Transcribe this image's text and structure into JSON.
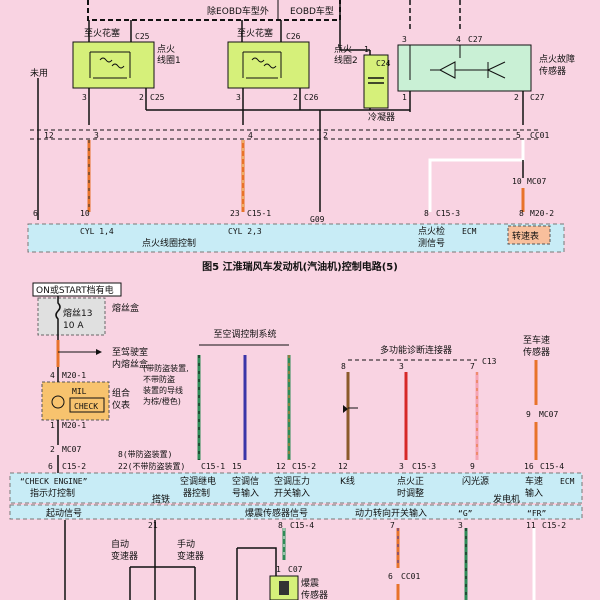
{
  "top": {
    "except_eobd": "除EOBD车型外",
    "eobd": "EOBD车型",
    "unused": "未用",
    "coil1": {
      "spark": "至火花塞",
      "name1": "点火",
      "name2": "线圈1",
      "pin_top": "C25",
      "pin3": "3",
      "pin2": "2",
      "pin_c": "C25"
    },
    "coil2": {
      "spark": "至火花塞",
      "name1": "点火",
      "name2": "线圈2",
      "pin_top": "C26",
      "pin3": "3",
      "pin2": "2",
      "pin_c": "C26"
    },
    "cap": {
      "pin1": "1",
      "code": "C24",
      "label": "冷凝器"
    },
    "sensor": {
      "pin3": "3",
      "pin4": "4",
      "code": "C27",
      "label1": "点火故障",
      "label2": "传感器",
      "pin1": "1",
      "pin2": "2",
      "pin_c": "C27"
    },
    "junction": {
      "p12": "12",
      "p3": "3",
      "p4": "4",
      "p2": "2",
      "p5": "5",
      "code": "CC01"
    },
    "mc07": {
      "pin": "10",
      "code": "MC07"
    },
    "g09": "G09",
    "ecm": {
      "p6": "6",
      "p10": "10",
      "p23": "23",
      "c15": "C15-1",
      "cyl14": "CYL 1,4",
      "cyl23": "CYL 2,3",
      "ctrl": "点火线圈控制",
      "p8": "8",
      "c153": "C15-3",
      "det1": "点火检",
      "det2": "测信号",
      "label": "ECM",
      "p8b": "8",
      "m202": "M20-2"
    },
    "tacho": "转速表",
    "caption": "图5  江淮瑞风车发动机(汽油机)控制电路(5)"
  },
  "bottom": {
    "power": "ON或START档有电",
    "fusebox": "熔丝盒",
    "fuse": "熔丝13",
    "fuse_a": "10 A",
    "to_cab1": "至驾驶室",
    "to_cab2": "内熔丝盒",
    "m20": {
      "pin": "4",
      "code": "M20-1"
    },
    "mil": "MIL",
    "check": "CHECK",
    "cluster1": "组合",
    "cluster2": "仪表",
    "m20b": {
      "pin": "1",
      "code": "M20-1"
    },
    "mc07": {
      "pin": "2",
      "code": "MC07"
    },
    "c152": {
      "pin": "6",
      "code": "C15-2"
    },
    "ac_sys": "至空调控制系统",
    "note1": "(带防盗装置,",
    "note2": "不带防盗",
    "note3": "装置的导线",
    "note4": "为棕/橙色)",
    "diag": "多功能诊断连接器",
    "c13": "C13",
    "speed1": "至车速",
    "speed2": "传感器",
    "mc07b": {
      "pin": "9",
      "code": "MC07"
    },
    "p8": "8",
    "p3": "3",
    "p7": "7",
    "p16": "16",
    "with_ats": "8(带防盗装置)",
    "without_ats": "22(不带防盗装置)",
    "c151": "C15-1",
    "p15": "15",
    "p12": "12",
    "c152b": "C15-2",
    "p12k": "12",
    "p3b": "3",
    "c153": "C15-3",
    "p9": "9",
    "c154": "C15-4",
    "ecm_labels": {
      "check_engine": "“CHECK ENGINE”",
      "lamp": "指示灯控制",
      "ac_relay1": "空调继电",
      "ac_relay2": "器控制",
      "ac_sig1": "空调信",
      "ac_sig2": "号输入",
      "ac_p1": "空调压力",
      "ac_p2": "开关输入",
      "kline": "K线",
      "adv1": "点火正",
      "adv2": "时调整",
      "flash": "闪光源",
      "spd1": "车速",
      "spd2": "输入",
      "ecm": "ECM"
    },
    "row2": {
      "start": "起动信号",
      "ground": "搭铁",
      "knock": "爆震传感器信号",
      "steer": "动力转向开关输入",
      "gen": "发电机",
      "g": "“G”",
      "fr": "“FR”"
    },
    "pins2": {
      "p21": "21",
      "p8": "8",
      "c154": "C15-4",
      "p7": "7",
      "p3": "3",
      "p11": "11",
      "c152": "C15-2"
    },
    "auto1": "自动",
    "auto2": "变速器",
    "man1": "手动",
    "man2": "变速器",
    "c07": {
      "pin": "1",
      "code": "C07"
    },
    "knock_s1": "爆震",
    "knock_s2": "传感器",
    "cc01": {
      "pin": "6",
      "code": "CC01"
    }
  }
}
